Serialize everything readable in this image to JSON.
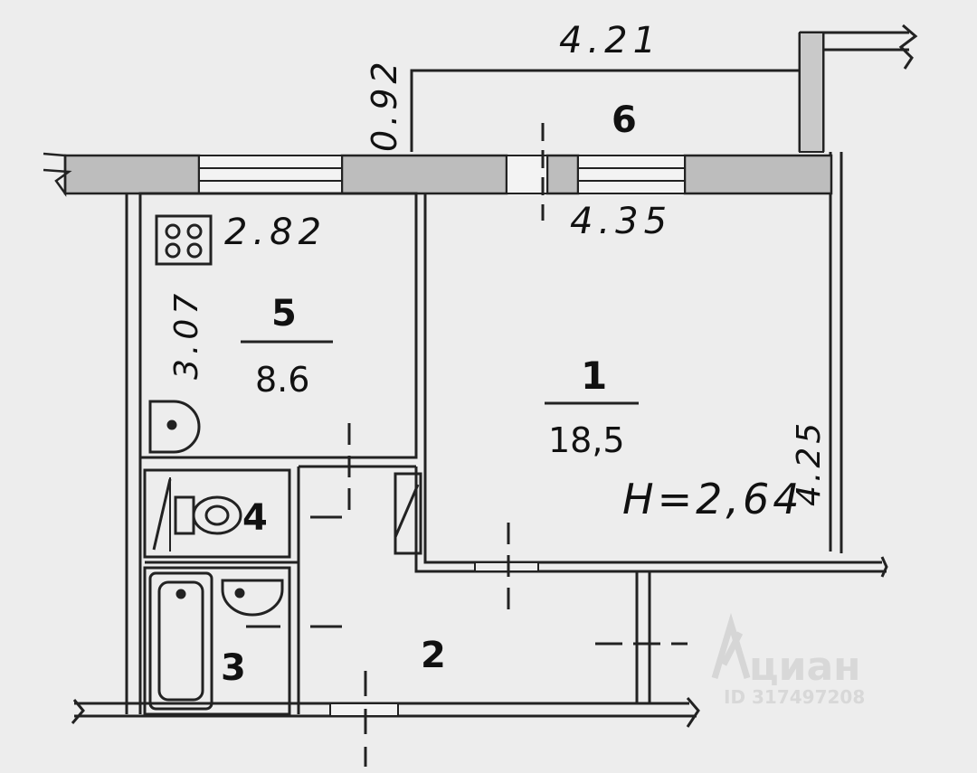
{
  "rooms": [
    {
      "id": "1",
      "number": "1",
      "area": "18,5"
    },
    {
      "id": "2",
      "number": "2"
    },
    {
      "id": "3",
      "number": "3"
    },
    {
      "id": "4",
      "number": "4"
    },
    {
      "id": "5",
      "number": "5",
      "area": "8.6"
    },
    {
      "id": "6",
      "number": "6"
    }
  ],
  "dimensions": {
    "balcony_length": "4.21",
    "balcony_depth": "0.92",
    "room1_width": "4.35",
    "room1_length": "4.25",
    "kitchen_width": "2.82",
    "kitchen_length": "3.07"
  },
  "ceiling_height": "H=2,64",
  "watermark": {
    "brand": "циан",
    "id": "ID 317497208"
  },
  "icons": [
    "stove-icon",
    "sink-icon",
    "toilet-icon",
    "bathtub-icon",
    "washbasin-icon",
    "cian-logo-icon"
  ]
}
